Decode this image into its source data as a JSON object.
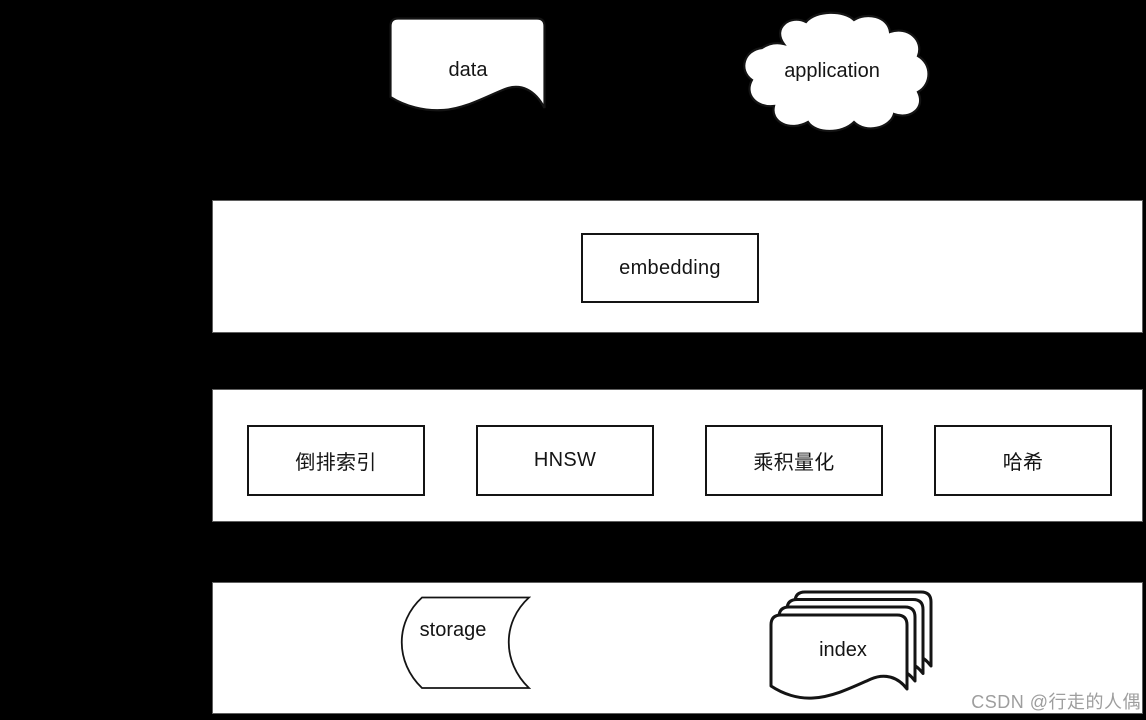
{
  "diagram": {
    "background": "#000000",
    "sources": {
      "data_label": "data",
      "application_label": "application"
    },
    "embedding_layer": {
      "box_label": "embedding"
    },
    "algorithm_layer": {
      "boxes": [
        {
          "label": "倒排索引"
        },
        {
          "label": "HNSW"
        },
        {
          "label": "乘积量化"
        },
        {
          "label": "哈希"
        }
      ]
    },
    "storage_layer": {
      "storage_label": "storage",
      "index_label": "index"
    },
    "watermark": {
      "text": "CSDN @行走的人偶",
      "color": "#9e9e9e"
    },
    "colors": {
      "band_fill": "#ffffff",
      "shape_fill": "#ffffff",
      "stroke": "#141414",
      "text": "#141414"
    },
    "icons": {
      "data": "document-icon",
      "application": "cloud-icon",
      "storage": "stored-data-icon",
      "index": "document-stack-icon"
    }
  }
}
